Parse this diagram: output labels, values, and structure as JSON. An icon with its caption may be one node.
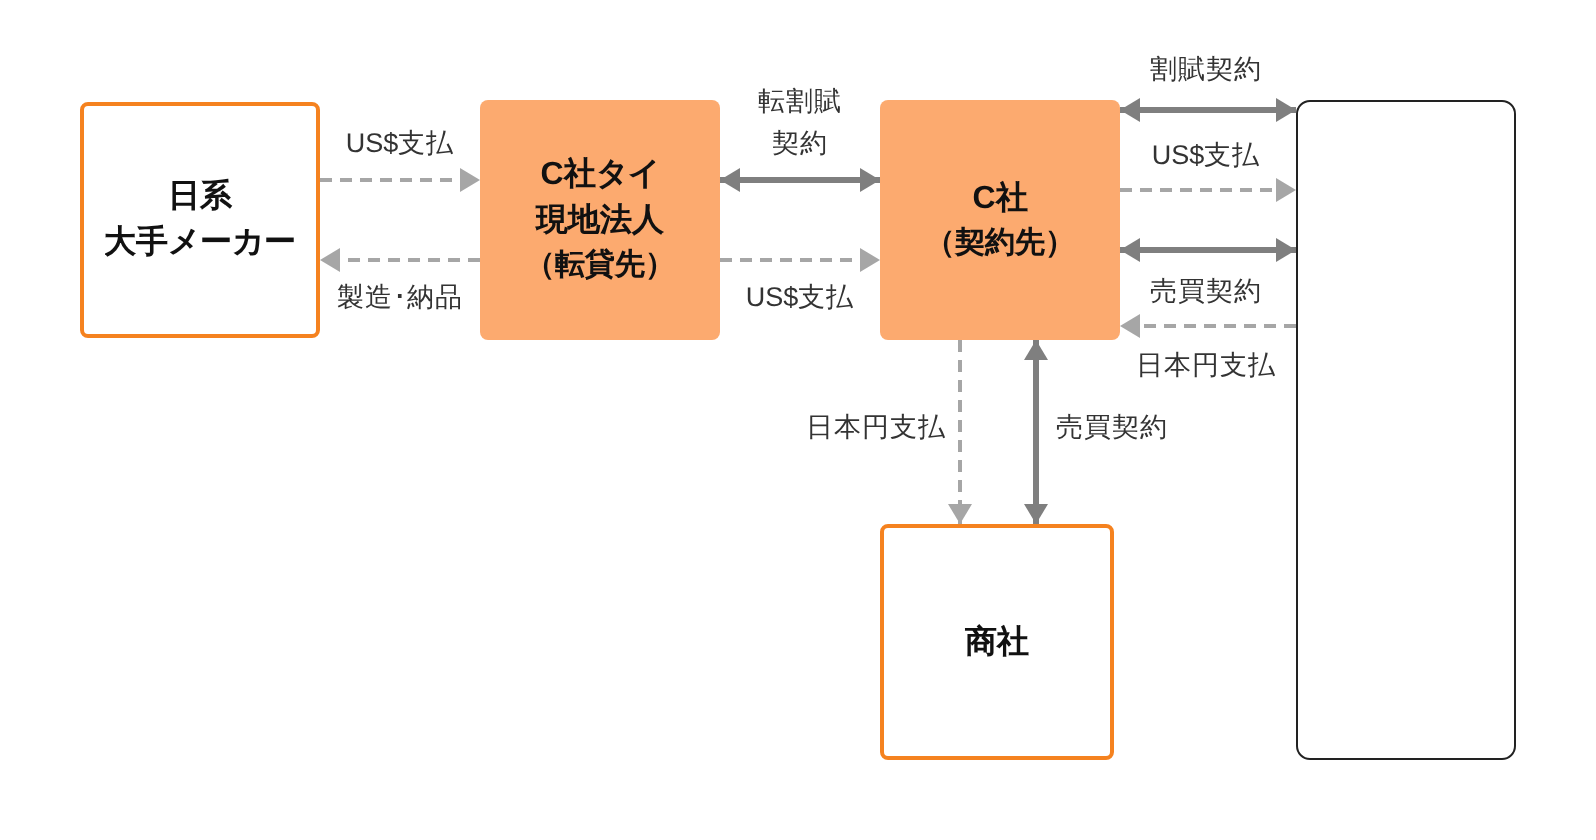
{
  "diagram": {
    "nodes": [
      {
        "text": [
          "日系大手メーカー"
        ]
      },
      {
        "text": [
          "C社タイ現地法人",
          "（転貸先）"
        ]
      },
      {
        "text": [
          "C社",
          "（契約先）"
        ]
      },
      {
        "text": [],
        "shape": "box"
      },
      {
        "text": [
          "商社"
        ]
      }
    ],
    "edges": [
      {
        "from": 0,
        "to": 1,
        "arrow": "to",
        "label": "US$支払",
        "style": "dashed"
      },
      {
        "from": 1,
        "to": 0,
        "arrow": "to",
        "label": "製造･納品",
        "style": "dashed"
      },
      {
        "from": 1,
        "to": 2,
        "arrow": "both",
        "label": "転割賦契約",
        "color": "#7f7f7f"
      },
      {
        "from": 1,
        "to": 2,
        "arrow": "to",
        "label": "US$支払",
        "style": "dashed"
      },
      {
        "from": 2,
        "to": 3,
        "arrow": "both",
        "label": "割賦契約",
        "color": "#7f7f7f"
      },
      {
        "from": 2,
        "to": 3,
        "arrow": "to",
        "label": "US$支払",
        "style": "dashed"
      },
      {
        "from": 2,
        "to": 3,
        "arrow": "both",
        "label": "売買契約",
        "color": "#7f7f7f"
      },
      {
        "from": 3,
        "to": 2,
        "arrow": "to",
        "label": "日本円支払",
        "style": "dashed"
      },
      {
        "from": 2,
        "to": 4,
        "arrow": "to",
        "label": "日本円支払",
        "style": "dashed"
      },
      {
        "from": 2,
        "to": 4,
        "arrow": "both",
        "label": "売買契約",
        "color": "#7f7f7f"
      }
    ]
  }
}
